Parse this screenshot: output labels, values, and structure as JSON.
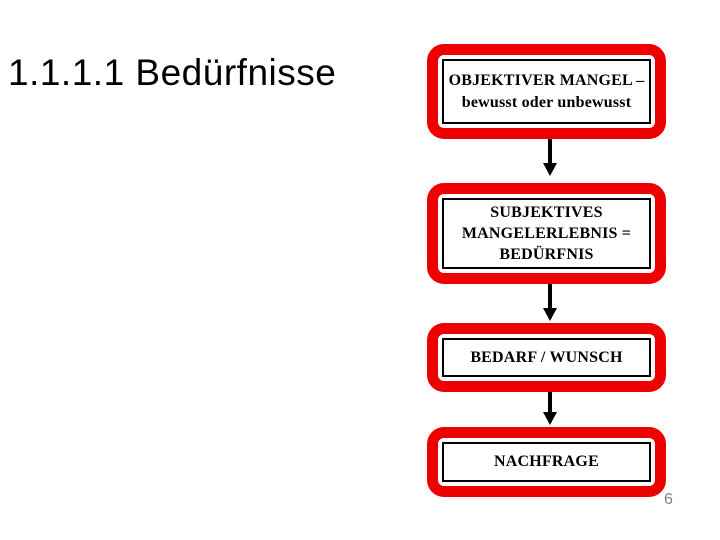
{
  "slide": {
    "title": "1.1.1.1 Bedürfnisse",
    "page_number": "6"
  },
  "colors": {
    "box_border_red": "#EE0000",
    "inner_border_black": "#000000",
    "arrow_black": "#000000",
    "page_number_gray": "#7F7F7F",
    "background_white": "#FFFFFF"
  },
  "flowchart": {
    "boxes": [
      {
        "id": "objektiver-mangel",
        "lines": [
          "OBJEKTIVER MANGEL –",
          "bewusst oder unbewusst"
        ]
      },
      {
        "id": "subjektives-mangelerlebnis",
        "lines": [
          "SUBJEKTIVES",
          "MANGELERLEBNIS =",
          "BEDÜRFNIS"
        ]
      },
      {
        "id": "bedarf-wunsch",
        "lines": [
          "BEDARF / WUNSCH"
        ]
      },
      {
        "id": "nachfrage",
        "lines": [
          "NACHFRAGE"
        ]
      }
    ],
    "connectors": [
      "down-arrow",
      "down-arrow",
      "down-arrow"
    ]
  }
}
